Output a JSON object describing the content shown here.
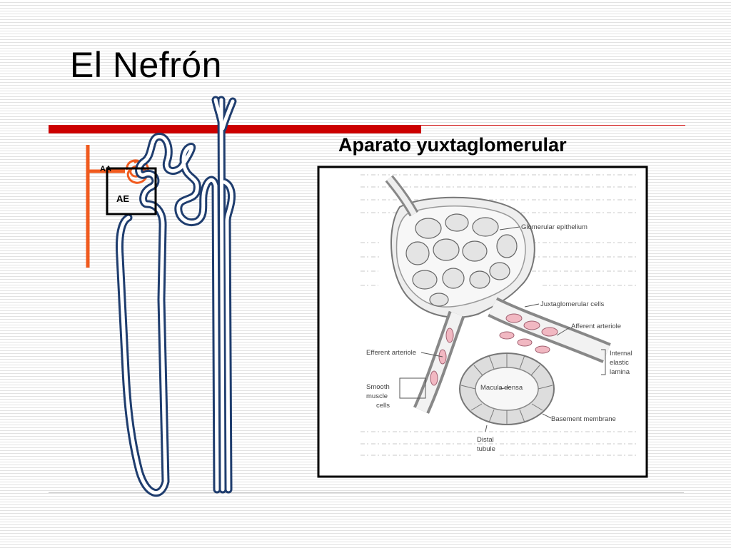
{
  "slide": {
    "title": "El Nefrón",
    "subtitle": "Aparato yuxtaglomerular"
  },
  "nephron": {
    "label_aa": "AA",
    "label_ae": "AE"
  },
  "histology": {
    "labels": {
      "glomerular_epithelium": "Glomerular epithelium",
      "juxtaglomerular_cells": "Juxtaglomerular cells",
      "afferent_arteriole": "Afferent arteriole",
      "efferent_arteriole": "Efferent arteriole",
      "internal_elastic_lamina": [
        "Internal",
        "elastic",
        "lamina"
      ],
      "smooth_muscle_cells": [
        "Smooth",
        "muscle",
        "cells"
      ],
      "macula_densa": "Macula densa",
      "basement_membrane": "Basement membrane",
      "distal_tubule": [
        "Distal",
        "tubule"
      ]
    }
  },
  "colors": {
    "accent_red": "#cc0000",
    "vessel_orange": "#f05a1e",
    "tubule_blue": "#1f3d6e",
    "cell_pink": "#f1b8c2"
  }
}
